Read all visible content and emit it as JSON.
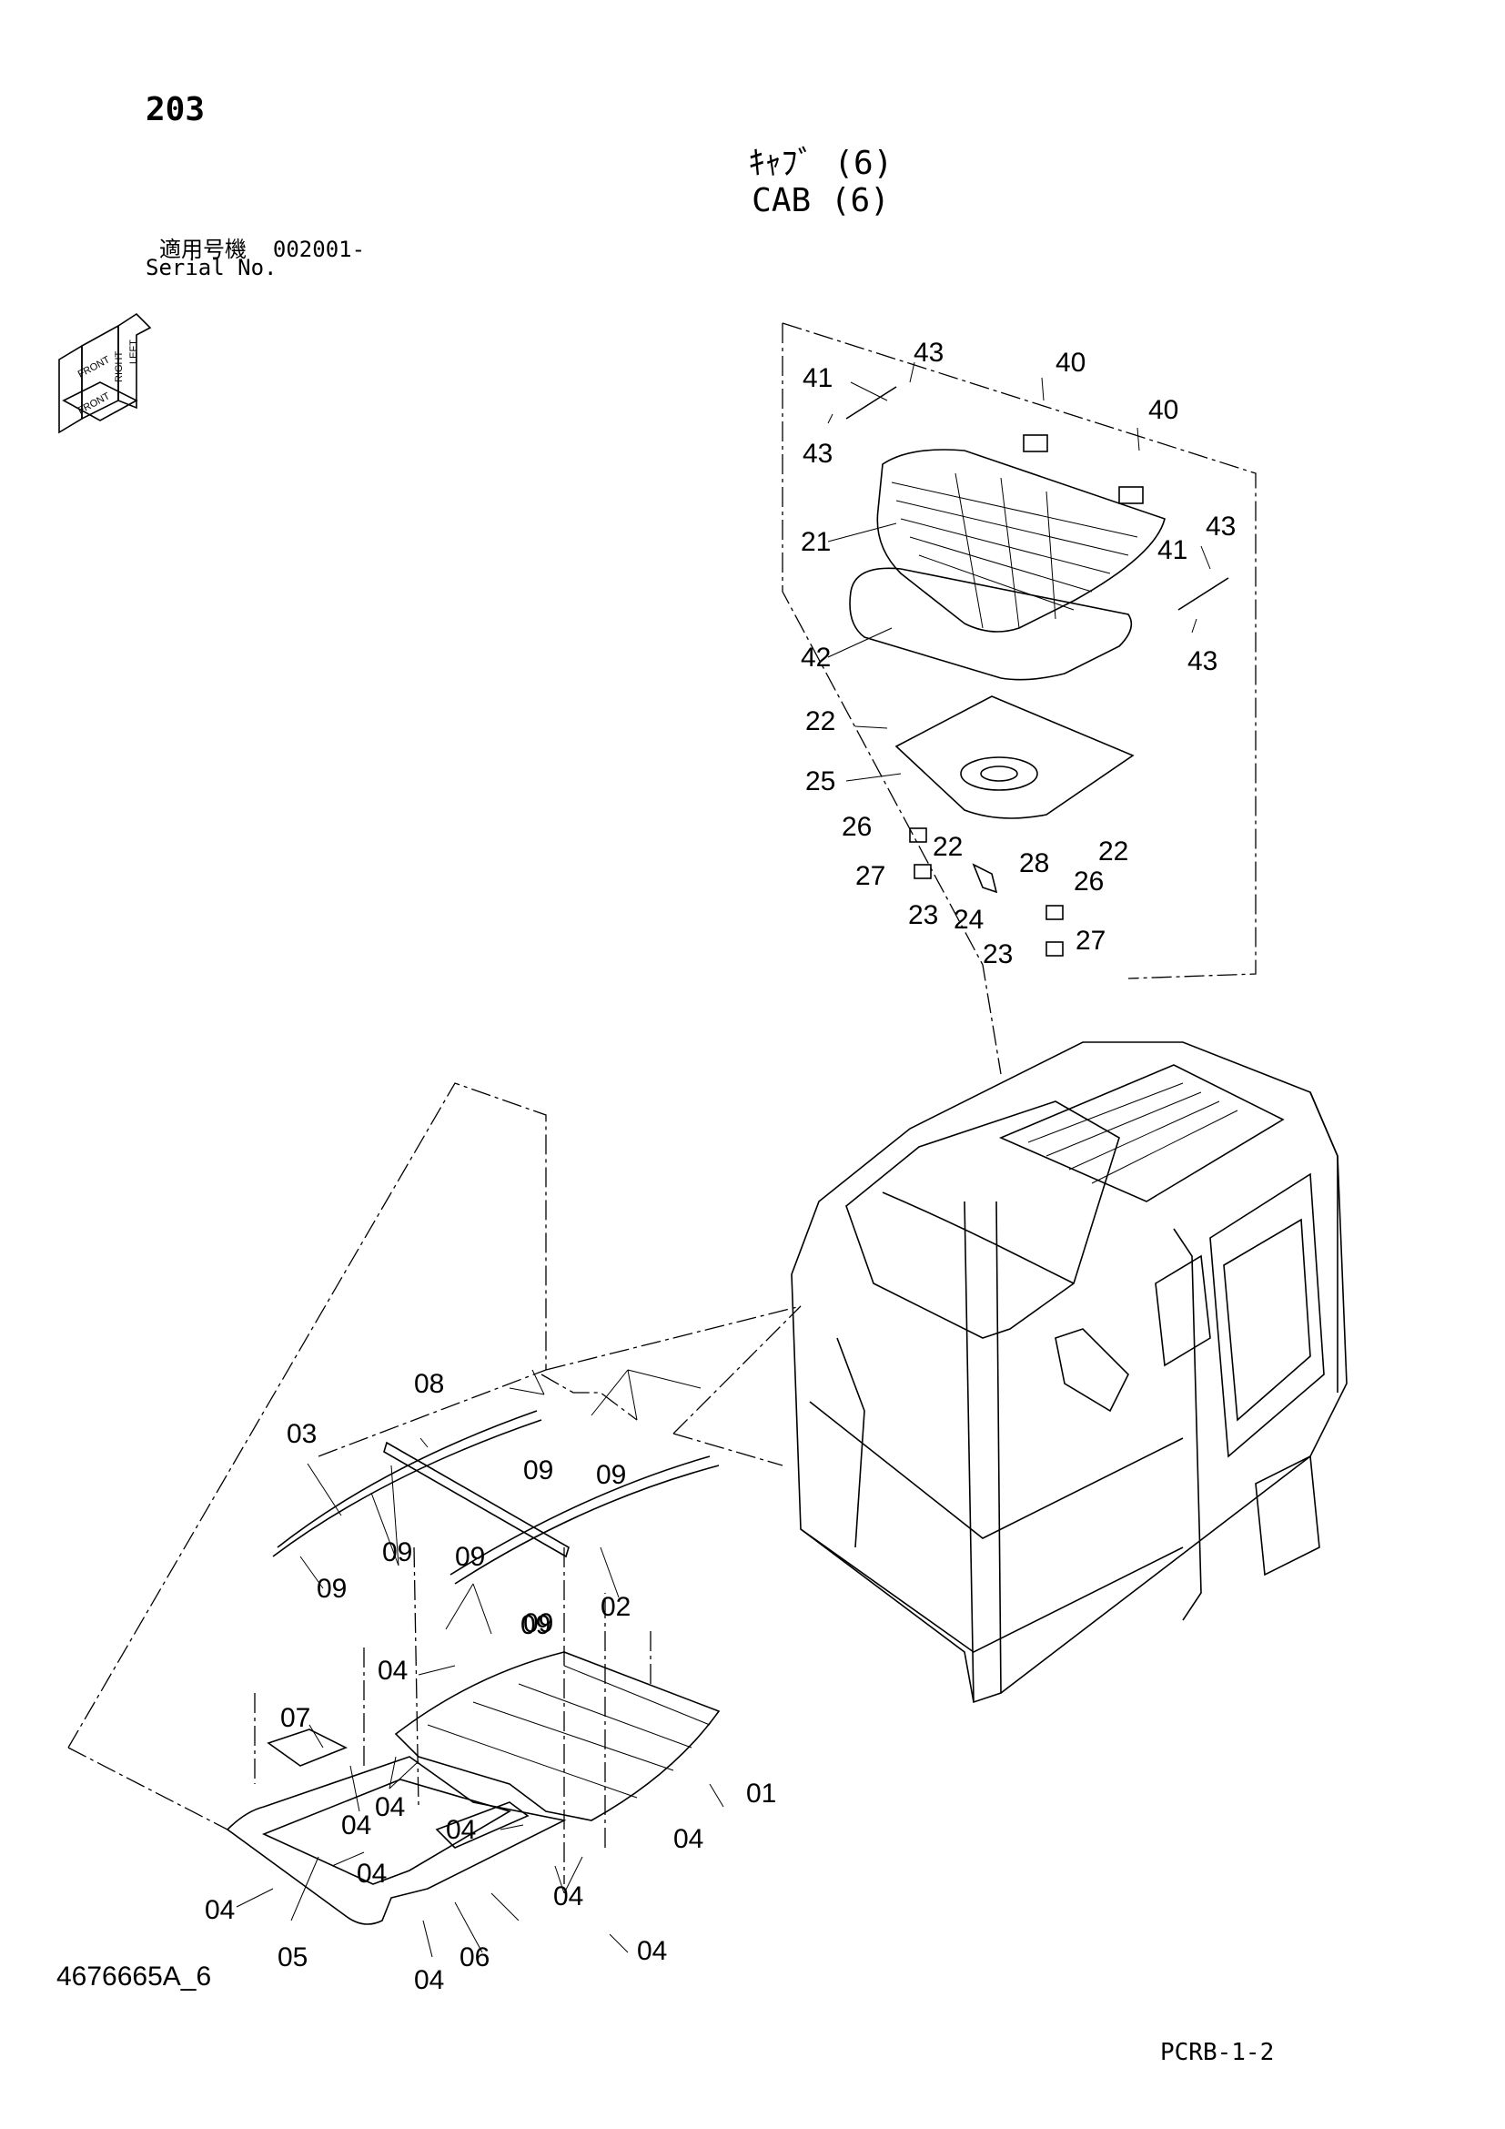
{
  "header": {
    "page_number": "203",
    "title_jp": "ｷｬﾌﾞ (6)",
    "title_en": "CAB (6)",
    "serial_label_jp": "適用号機",
    "serial_value": "002001-",
    "serial_label_en": "Serial No."
  },
  "footer": {
    "drawing_number": "4676665A_6",
    "page_code": "PCRB-1-2"
  },
  "orientation_icon": {
    "labels": [
      "FRONT",
      "FRONT",
      "RIGHT",
      "LEFT"
    ]
  },
  "part_labels": [
    "40",
    "40",
    "41",
    "43",
    "43",
    "41",
    "43",
    "43",
    "21",
    "42",
    "22",
    "25",
    "22",
    "22",
    "26",
    "27",
    "23",
    "24",
    "28",
    "26",
    "27",
    "23",
    "08",
    "03",
    "09",
    "09",
    "09",
    "09",
    "09",
    "09",
    "02",
    "09",
    "04",
    "07",
    "04",
    "04",
    "04",
    "01",
    "04",
    "04",
    "04",
    "04",
    "05",
    "04",
    "06",
    "04"
  ]
}
